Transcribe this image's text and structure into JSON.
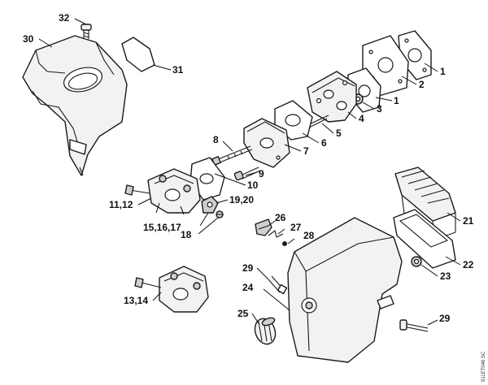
{
  "diagram": {
    "callouts": {
      "c1a": "1",
      "c1b": "1",
      "c2": "2",
      "c3": "3",
      "c4": "4",
      "c5": "5",
      "c6": "6",
      "c7": "7",
      "c8": "8",
      "c9": "9",
      "c10": "10",
      "c11_12": "11,12",
      "c13_14": "13,14",
      "c15_17": "15,16,17",
      "c18": "18",
      "c19_20": "19,20",
      "c21": "21",
      "c22": "22",
      "c23": "23",
      "c24": "24",
      "c25": "25",
      "c26": "26",
      "c27": "27",
      "c28": "28",
      "c29a": "29",
      "c29b": "29",
      "c30": "30",
      "c31": "31",
      "c32": "32"
    },
    "document_reference": "911ET046 SC"
  }
}
